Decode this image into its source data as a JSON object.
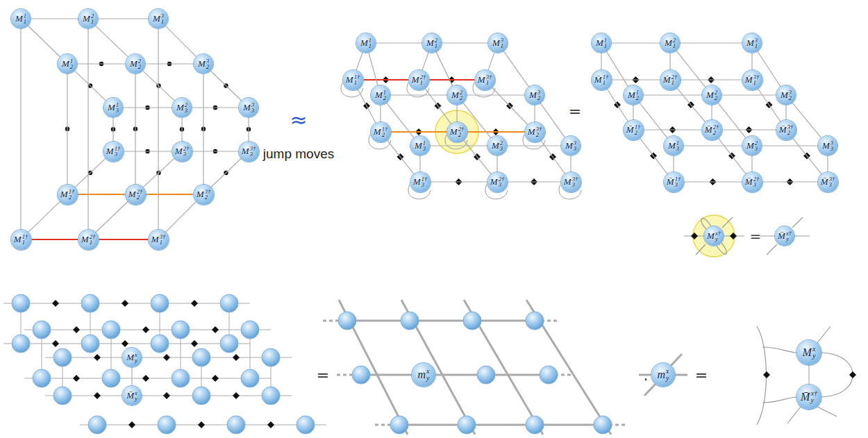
{
  "diagram": {
    "nodes": [
      {
        "text": [
          "M",
          "1",
          "1"
        ]
      },
      {
        "text": [
          "M",
          "2",
          "1"
        ]
      },
      {
        "text": [
          "M",
          "3",
          "1"
        ]
      },
      {
        "text": [
          "M",
          "1",
          "2"
        ]
      },
      {
        "text": [
          "M",
          "2",
          "2"
        ]
      },
      {
        "text": [
          "M",
          "3",
          "2"
        ]
      },
      {
        "text": [
          "M",
          "1",
          "3"
        ]
      },
      {
        "text": [
          "M",
          "2",
          "3"
        ]
      },
      {
        "text": [
          "M",
          "3",
          "3"
        ]
      },
      {
        "text": [
          "M",
          "1†",
          "3"
        ]
      },
      {
        "text": [
          "M",
          "2†",
          "3"
        ]
      },
      {
        "text": [
          "M",
          "3†",
          "3"
        ]
      },
      {
        "text": [
          "M",
          "1†",
          "2"
        ]
      },
      {
        "text": [
          "M",
          "2†",
          "2"
        ]
      },
      {
        "text": [
          "M",
          "3†",
          "2"
        ]
      },
      {
        "text": [
          "M",
          "1†",
          "1"
        ]
      },
      {
        "text": [
          "M",
          "2†",
          "1"
        ]
      },
      {
        "text": [
          "M",
          "3†",
          "1"
        ]
      },
      {
        "text": [
          "M",
          "1",
          "1"
        ]
      },
      {
        "text": [
          "M",
          "2",
          "1"
        ]
      },
      {
        "text": [
          "M",
          "3",
          "1"
        ]
      },
      {
        "text": [
          "M",
          "1†",
          "1"
        ]
      },
      {
        "text": [
          "M",
          "2†",
          "1"
        ]
      },
      {
        "text": [
          "M",
          "3†",
          "1"
        ]
      },
      {
        "text": [
          "M",
          "1",
          "2"
        ]
      },
      {
        "text": [
          "M",
          "2",
          "2"
        ]
      },
      {
        "text": [
          "M",
          "3",
          "2"
        ]
      },
      {
        "text": [
          "M",
          "1†",
          "2"
        ]
      },
      {
        "text": [
          "M",
          "2†",
          "2"
        ]
      },
      {
        "text": [
          "M",
          "3†",
          "2"
        ]
      },
      {
        "text": [
          "M",
          "1",
          "3"
        ]
      },
      {
        "text": [
          "M",
          "2",
          "3"
        ]
      },
      {
        "text": [
          "M",
          "3",
          "3"
        ]
      },
      {
        "text": [
          "M",
          "1†",
          "3"
        ]
      },
      {
        "text": [
          "M",
          "2†",
          "3"
        ]
      },
      {
        "text": [
          "M",
          "3†",
          "3"
        ]
      },
      {
        "text": [
          "M",
          "1",
          "1"
        ]
      },
      {
        "text": [
          "M",
          "2",
          "1"
        ]
      },
      {
        "text": [
          "M",
          "3",
          "1"
        ]
      },
      {
        "text": [
          "M̄",
          "1†",
          "1"
        ]
      },
      {
        "text": [
          "M̄",
          "2†",
          "1"
        ]
      },
      {
        "text": [
          "M̄",
          "3†",
          "1"
        ]
      },
      {
        "text": [
          "M",
          "1",
          "2"
        ]
      },
      {
        "text": [
          "M",
          "2",
          "2"
        ]
      },
      {
        "text": [
          "M",
          "3",
          "2"
        ]
      },
      {
        "text": [
          "M̄",
          "1†",
          "2"
        ]
      },
      {
        "text": [
          "M̄",
          "2†",
          "2"
        ]
      },
      {
        "text": [
          "M̄",
          "3†",
          "2"
        ]
      },
      {
        "text": [
          "M",
          "1",
          "3"
        ]
      },
      {
        "text": [
          "M",
          "2",
          "3"
        ]
      },
      {
        "text": [
          "M",
          "3",
          "3"
        ]
      },
      {
        "text": [
          "M̄",
          "1†",
          "3"
        ]
      },
      {
        "text": [
          "M̄",
          "2†",
          "3"
        ]
      },
      {
        "text": [
          "M̄",
          "3†",
          "3"
        ]
      },
      {
        "text": [
          "M",
          "x†",
          "y"
        ]
      },
      {
        "text": [
          "M̄",
          "x†",
          "y"
        ]
      },
      {
        "text": [
          "M",
          "x",
          "y"
        ]
      },
      {
        "text": [
          "M̄",
          "x",
          "y"
        ]
      },
      {
        "text": [
          "m",
          "x",
          "y"
        ]
      },
      {
        "text": [
          "m",
          "x",
          "y"
        ]
      },
      {
        "text": [
          "M",
          "x",
          "y"
        ]
      },
      {
        "text": [
          "M̄",
          "x†",
          "y"
        ]
      }
    ],
    "edges": [
      {
        "from": 0,
        "to": 1,
        "arrow": "none"
      },
      {
        "from": 1,
        "to": 2,
        "arrow": "none"
      },
      {
        "from": 3,
        "to": 4,
        "arrow": "none"
      },
      {
        "from": 4,
        "to": 5,
        "arrow": "none"
      },
      {
        "from": 6,
        "to": 7,
        "arrow": "none"
      },
      {
        "from": 7,
        "to": 8,
        "arrow": "none"
      },
      {
        "from": 9,
        "to": 10,
        "arrow": "none"
      },
      {
        "from": 10,
        "to": 11,
        "arrow": "none"
      },
      {
        "from": 12,
        "to": 13,
        "arrow": "none"
      },
      {
        "from": 13,
        "to": 14,
        "arrow": "none"
      },
      {
        "from": 15,
        "to": 16,
        "arrow": "none"
      },
      {
        "from": 16,
        "to": 17,
        "arrow": "none"
      },
      {
        "from": 0,
        "to": 3,
        "arrow": "none"
      },
      {
        "from": 3,
        "to": 6,
        "arrow": "none"
      },
      {
        "from": 1,
        "to": 4,
        "arrow": "none"
      },
      {
        "from": 4,
        "to": 7,
        "arrow": "none"
      },
      {
        "from": 2,
        "to": 5,
        "arrow": "none"
      },
      {
        "from": 5,
        "to": 8,
        "arrow": "none"
      },
      {
        "from": 9,
        "to": 12,
        "arrow": "none"
      },
      {
        "from": 12,
        "to": 15,
        "arrow": "none"
      },
      {
        "from": 10,
        "to": 13,
        "arrow": "none"
      },
      {
        "from": 13,
        "to": 16,
        "arrow": "none"
      },
      {
        "from": 11,
        "to": 14,
        "arrow": "none"
      },
      {
        "from": 14,
        "to": 17,
        "arrow": "none"
      },
      {
        "from": 6,
        "to": 9,
        "arrow": "none"
      },
      {
        "from": 7,
        "to": 10,
        "arrow": "none"
      },
      {
        "from": 8,
        "to": 11,
        "arrow": "none"
      },
      {
        "from": 3,
        "to": 12,
        "arrow": "none"
      },
      {
        "from": 4,
        "to": 13,
        "arrow": "none"
      },
      {
        "from": 5,
        "to": 14,
        "arrow": "none"
      },
      {
        "from": 0,
        "to": 15,
        "arrow": "none"
      },
      {
        "from": 1,
        "to": 16,
        "arrow": "none"
      },
      {
        "from": 2,
        "to": 17,
        "arrow": "none"
      },
      {
        "from": 18,
        "to": 19,
        "arrow": "none"
      },
      {
        "from": 19,
        "to": 20,
        "arrow": "none"
      },
      {
        "from": 21,
        "to": 22,
        "arrow": "none"
      },
      {
        "from": 22,
        "to": 23,
        "arrow": "none"
      },
      {
        "from": 24,
        "to": 25,
        "arrow": "none"
      },
      {
        "from": 25,
        "to": 26,
        "arrow": "none"
      },
      {
        "from": 27,
        "to": 28,
        "arrow": "none"
      },
      {
        "from": 28,
        "to": 29,
        "arrow": "none"
      },
      {
        "from": 30,
        "to": 31,
        "arrow": "none"
      },
      {
        "from": 31,
        "to": 32,
        "arrow": "none"
      },
      {
        "from": 33,
        "to": 34,
        "arrow": "none"
      },
      {
        "from": 34,
        "to": 35,
        "arrow": "none"
      },
      {
        "from": 18,
        "to": 24,
        "arrow": "none"
      },
      {
        "from": 19,
        "to": 25,
        "arrow": "none"
      },
      {
        "from": 20,
        "to": 26,
        "arrow": "none"
      },
      {
        "from": 24,
        "to": 30,
        "arrow": "none"
      },
      {
        "from": 25,
        "to": 31,
        "arrow": "none"
      },
      {
        "from": 26,
        "to": 32,
        "arrow": "none"
      },
      {
        "from": 21,
        "to": 27,
        "arrow": "none"
      },
      {
        "from": 22,
        "to": 28,
        "arrow": "none"
      },
      {
        "from": 23,
        "to": 29,
        "arrow": "none"
      },
      {
        "from": 27,
        "to": 33,
        "arrow": "none"
      },
      {
        "from": 28,
        "to": 34,
        "arrow": "none"
      },
      {
        "from": 29,
        "to": 35,
        "arrow": "none"
      },
      {
        "from": 18,
        "to": 21,
        "arrow": "none"
      },
      {
        "from": 19,
        "to": 22,
        "arrow": "none"
      },
      {
        "from": 20,
        "to": 23,
        "arrow": "none"
      },
      {
        "from": 24,
        "to": 27,
        "arrow": "none"
      },
      {
        "from": 25,
        "to": 28,
        "arrow": "none"
      },
      {
        "from": 26,
        "to": 29,
        "arrow": "none"
      },
      {
        "from": 30,
        "to": 33,
        "arrow": "none"
      },
      {
        "from": 31,
        "to": 34,
        "arrow": "none"
      },
      {
        "from": 32,
        "to": 35,
        "arrow": "none"
      },
      {
        "from": 36,
        "to": 37,
        "arrow": "none"
      },
      {
        "from": 37,
        "to": 38,
        "arrow": "none"
      },
      {
        "from": 39,
        "to": 40,
        "arrow": "none"
      },
      {
        "from": 40,
        "to": 41,
        "arrow": "none"
      },
      {
        "from": 42,
        "to": 43,
        "arrow": "none"
      },
      {
        "from": 43,
        "to": 44,
        "arrow": "none"
      },
      {
        "from": 45,
        "to": 46,
        "arrow": "none"
      },
      {
        "from": 46,
        "to": 47,
        "arrow": "none"
      },
      {
        "from": 48,
        "to": 49,
        "arrow": "none"
      },
      {
        "from": 49,
        "to": 50,
        "arrow": "none"
      },
      {
        "from": 51,
        "to": 52,
        "arrow": "none"
      },
      {
        "from": 52,
        "to": 53,
        "arrow": "none"
      },
      {
        "from": 36,
        "to": 42,
        "arrow": "none"
      },
      {
        "from": 37,
        "to": 43,
        "arrow": "none"
      },
      {
        "from": 38,
        "to": 44,
        "arrow": "none"
      },
      {
        "from": 42,
        "to": 48,
        "arrow": "none"
      },
      {
        "from": 43,
        "to": 49,
        "arrow": "none"
      },
      {
        "from": 44,
        "to": 50,
        "arrow": "none"
      },
      {
        "from": 39,
        "to": 45,
        "arrow": "none"
      },
      {
        "from": 40,
        "to": 46,
        "arrow": "none"
      },
      {
        "from": 41,
        "to": 47,
        "arrow": "none"
      },
      {
        "from": 45,
        "to": 51,
        "arrow": "none"
      },
      {
        "from": 46,
        "to": 52,
        "arrow": "none"
      },
      {
        "from": 47,
        "to": 53,
        "arrow": "none"
      },
      {
        "from": 36,
        "to": 39,
        "arrow": "none"
      },
      {
        "from": 37,
        "to": 40,
        "arrow": "none"
      },
      {
        "from": 38,
        "to": 41,
        "arrow": "none"
      },
      {
        "from": 42,
        "to": 45,
        "arrow": "none"
      },
      {
        "from": 43,
        "to": 46,
        "arrow": "none"
      },
      {
        "from": 44,
        "to": 47,
        "arrow": "none"
      },
      {
        "from": 48,
        "to": 51,
        "arrow": "none"
      },
      {
        "from": 49,
        "to": 52,
        "arrow": "none"
      },
      {
        "from": 50,
        "to": 53,
        "arrow": "none"
      },
      {
        "from": 56,
        "to": 57,
        "arrow": "none"
      },
      {
        "from": 60,
        "to": 61,
        "arrow": "none"
      }
    ],
    "labels": [
      "≈",
      "jump moves",
      "=",
      "=",
      "=",
      ".",
      "="
    ]
  }
}
